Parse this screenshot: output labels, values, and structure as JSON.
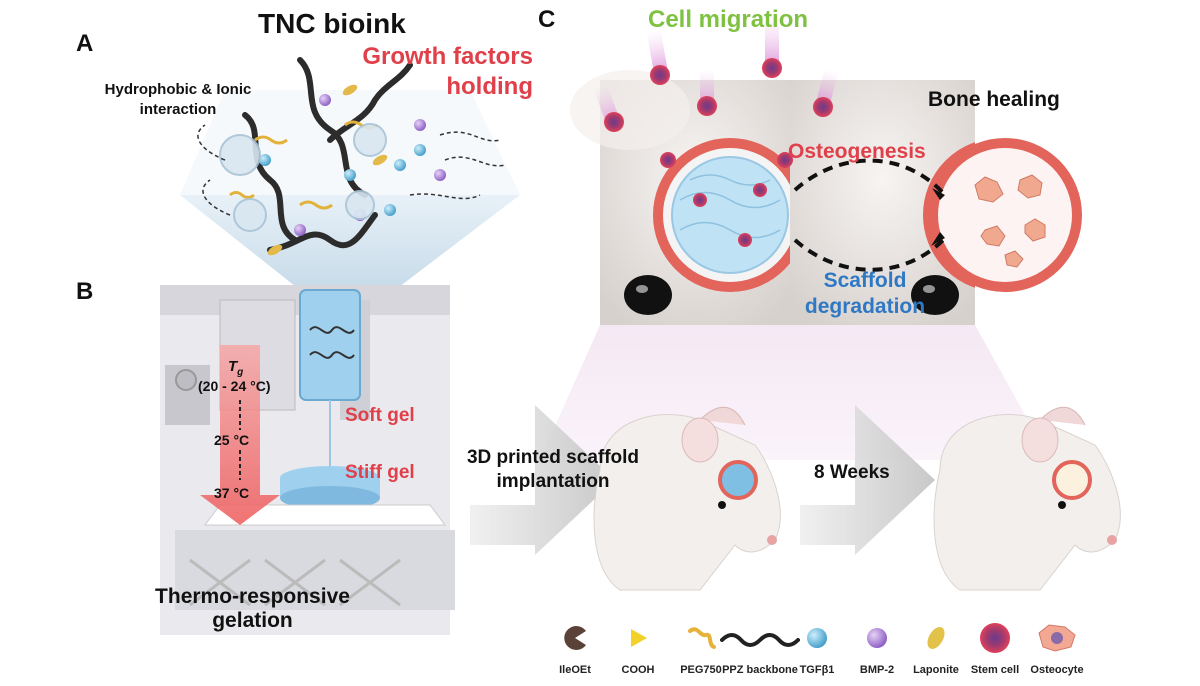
{
  "panel_a": {
    "letter": "A",
    "title": "TNC bioink",
    "interaction_label_line1": "Hydrophobic & Ionic",
    "interaction_label_line2": "interaction",
    "growth_label_line1": "Growth factors",
    "growth_label_line2": "holding"
  },
  "panel_b": {
    "letter": "B",
    "temp_symbol": "T",
    "temp_subscript": "g",
    "temp_range": "(20 - 24 °C)",
    "temp_mid": "25 °C",
    "temp_end": "37 °C",
    "soft_gel": "Soft gel",
    "stiff_gel": "Stiff gel",
    "caption_line1": "Thermo-responsive",
    "caption_line2": "gelation"
  },
  "panel_c": {
    "letter": "C",
    "cell_migration": "Cell migration",
    "bone_healing": "Bone healing",
    "osteogenesis": "Osteogenesis",
    "scaffold_line1": "Scaffold",
    "scaffold_line2": "degradation",
    "implant_line1": "3D printed scaffold",
    "implant_line2": "implantation",
    "weeks": "8 Weeks"
  },
  "legend": [
    {
      "label": "IleOEt",
      "icon": "pacman-brown"
    },
    {
      "label": "COOH",
      "icon": "triangle-yellow"
    },
    {
      "label": "PEG750",
      "icon": "squiggle-yellow"
    },
    {
      "label": "PPZ backbone",
      "icon": "wave-black"
    },
    {
      "label": "TGFβ1",
      "icon": "sphere-blue"
    },
    {
      "label": "BMP-2",
      "icon": "sphere-purple"
    },
    {
      "label": "Laponite",
      "icon": "ellipse-yellow"
    },
    {
      "label": "Stem cell",
      "icon": "cell-red"
    },
    {
      "label": "Osteocyte",
      "icon": "osteocyte-pink"
    }
  ],
  "colors": {
    "accent_red": "#e0404a",
    "accent_green": "#7fc241",
    "accent_blue": "#2f78c4",
    "gradient_red": "#f26d6d",
    "gel_blue": "#8fc8ea"
  }
}
